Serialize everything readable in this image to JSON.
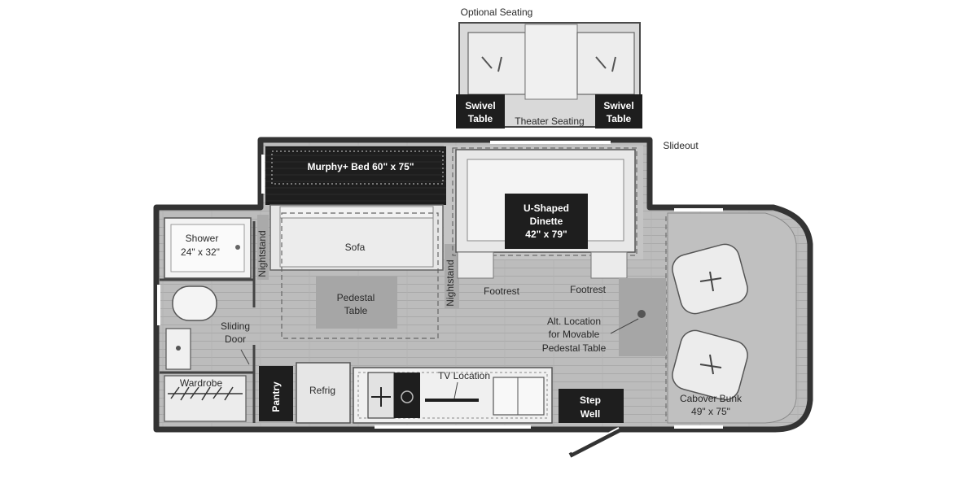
{
  "labels": {
    "optional_seating": "Optional Seating",
    "swivel_table": "Swivel",
    "swivel_table_2": "Table",
    "theater_seating": "Theater Seating",
    "slideout": "Slideout",
    "murphy_bed": "Murphy+ Bed 60\" x 75\"",
    "dinette_1": "U-Shaped",
    "dinette_2": "Dinette",
    "dinette_3": "42\" x 79\"",
    "shower_1": "Shower",
    "shower_2": "24\" x 32\"",
    "nightstand": "Nightstand",
    "sofa": "Sofa",
    "pedestal_1": "Pedestal",
    "pedestal_2": "Table",
    "footrest": "Footrest",
    "alt_1": "Alt. Location",
    "alt_2": "for Movable",
    "alt_3": "Pedestal Table",
    "sliding_1": "Sliding",
    "sliding_2": "Door",
    "wardrobe": "Wardrobe",
    "pantry": "Pantry",
    "refrig": "Refrig",
    "tv_location": "TV Location",
    "step_1": "Step",
    "step_2": "Well",
    "cabover_1": "Cabover Bunk",
    "cabover_2": "49\" x 75\""
  },
  "colors": {
    "wall": "#3a3a3a",
    "floor": "#bdbdbd",
    "dark_panel": "#1f1f1f",
    "furniture": "#e4e4e4"
  }
}
